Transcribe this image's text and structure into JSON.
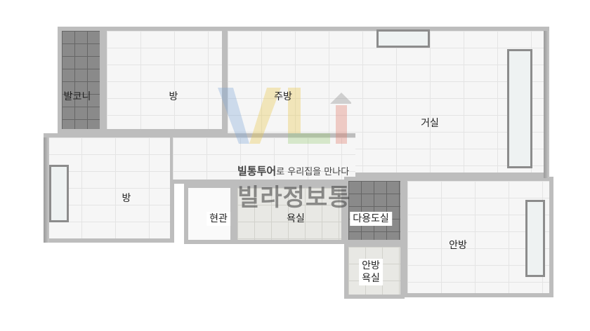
{
  "rooms": {
    "balcony": "발코니",
    "room_top": "방",
    "kitchen": "주방",
    "living": "거실",
    "room_left": "방",
    "entrance": "현관",
    "bathroom": "욕실",
    "utility": "다용도실",
    "master": "안방",
    "master_bath_1": "안방",
    "master_bath_2": "욕실"
  },
  "watermark": {
    "tagline_bold": "빌통투어",
    "tagline_rest": "로 우리집을 만나다",
    "brand": "빌라정보통",
    "logo": "VLi"
  },
  "colors": {
    "wall": "#bdbdbd",
    "floor": "#f6f6f6",
    "logo_blue": "#7fa7d8",
    "logo_yellow": "#e9c84a",
    "logo_red": "#e07a6a",
    "logo_green": "#9ccc7a"
  }
}
